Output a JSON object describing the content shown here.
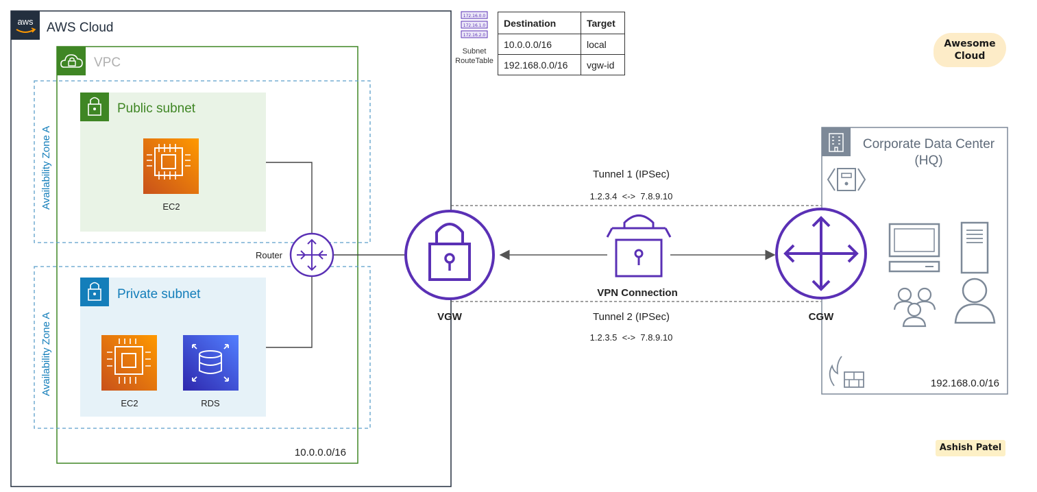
{
  "aws_cloud": {
    "logo_text": "aws",
    "label": "AWS Cloud"
  },
  "vpc": {
    "label": "VPC",
    "cidr": "10.0.0.0/16"
  },
  "availability_zones": [
    "Availability Zone A",
    "Availability Zone A"
  ],
  "public_subnet": {
    "label": "Public subnet",
    "instances": [
      "EC2"
    ]
  },
  "private_subnet": {
    "label": "Private subnet",
    "instances": [
      "EC2",
      "RDS"
    ]
  },
  "router": {
    "label": "Router"
  },
  "route_table": {
    "icon_rows": [
      "172.16.0.0",
      "172.16.1.0",
      "172.16.2.0"
    ],
    "caption_line1": "Subnet",
    "caption_line2": "RouteTable",
    "headers": [
      "Destination",
      "Target"
    ],
    "rows": [
      [
        "10.0.0.0/16",
        "local"
      ],
      [
        "192.168.0.0/16",
        "vgw-id"
      ]
    ]
  },
  "vgw": {
    "label": "VGW"
  },
  "cgw": {
    "label": "CGW"
  },
  "vpn": {
    "label": "VPN Connection",
    "tunnel1": {
      "label": "Tunnel 1 (IPSec)",
      "endpoints": "1.2.3.4  <->  7.8.9.10"
    },
    "tunnel2": {
      "label": "Tunnel 2 (IPSec)",
      "endpoints": "1.2.3.5  <->  7.8.9.10"
    }
  },
  "corporate_dc": {
    "label_line1": "Corporate Data Center",
    "label_line2": "(HQ)",
    "cidr": "192.168.0.0/16"
  },
  "badges": {
    "brand_line1": "Awesome",
    "brand_line2": "Cloud",
    "author": "Ashish Patel"
  },
  "colors": {
    "aws_border": "#232f3e",
    "vpc_green": "#3f8624",
    "public_fill": "#e9f3e6",
    "private_blue": "#147eba",
    "private_fill": "#e6f2f8",
    "az_dashed": "#5a9ec9",
    "compute_orange": "#ed7100",
    "rds_blue": "#3b48cc",
    "vpn_purple": "#5a30b5",
    "dc_gray": "#7d8998"
  }
}
